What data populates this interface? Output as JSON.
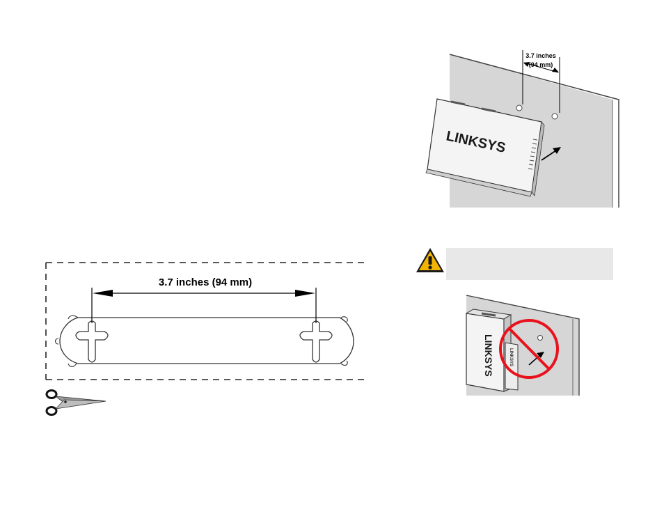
{
  "template": {
    "dimension_label": "3.7 inches (94 mm)"
  },
  "figure_top": {
    "dimension_line1": "3.7 inches",
    "dimension_line2": "(94 mm)",
    "brand": "LINKSYS"
  },
  "figure_bottom": {
    "brand": "LINKSYS",
    "side_brand": "LINKSYS"
  },
  "caution": {
    "text": ""
  },
  "colors": {
    "wall": "#d6d6d6",
    "caution_bg": "#e8e8e8",
    "caution_yellow": "#f2b400",
    "prohibit_red": "#e8121c",
    "device": "#f4f4f4"
  },
  "icons": [
    "scissors-icon",
    "caution-icon",
    "prohibited-icon"
  ]
}
